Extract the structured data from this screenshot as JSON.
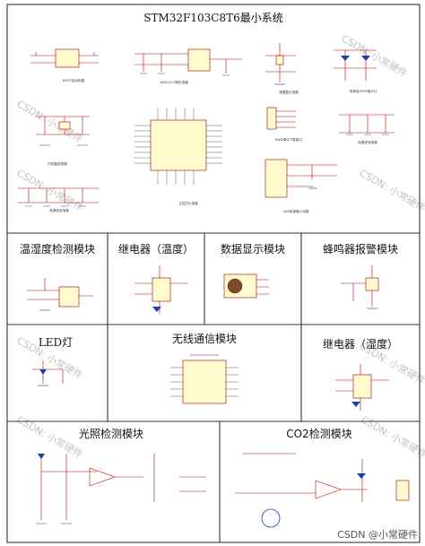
{
  "page": {
    "main_title": "STM32F103C8T6最小系统",
    "watermark": "CSDN: 小常硬件",
    "footer": "CSDN @小常硬件"
  },
  "modules": {
    "temp_humidity": "温湿度检测模块",
    "relay_temp": "继电器（温度）",
    "display": "数据显示模块",
    "buzzer": "蜂鸣器报警模块",
    "led": "LED灯",
    "wireless": "无线通信模块",
    "relay_humidity": "继电器（湿度）",
    "light": "光照检测模块",
    "co2": "CO2检测模块"
  },
  "subcircuits": {
    "boot": "BOOT启动电路",
    "ams1117": "AMS1117降压电路",
    "reset_key": "按键复位电路",
    "gpio_led": "电源及GPIO指示灯",
    "clock": "时钟晶振电路",
    "main_chip": "主控芯片电路",
    "swd": "SWD调试下载接口",
    "power_filter": "电源滤波电路",
    "usb_power": "USB电源输入电路",
    "power_decoupling": "电源滤波电路"
  },
  "colors": {
    "frame": "#333333",
    "wire_red": "#c00000",
    "wire_blue": "#1b3fa6",
    "part_fill": "#fffbcc",
    "watermark": "#b8b8b8"
  }
}
